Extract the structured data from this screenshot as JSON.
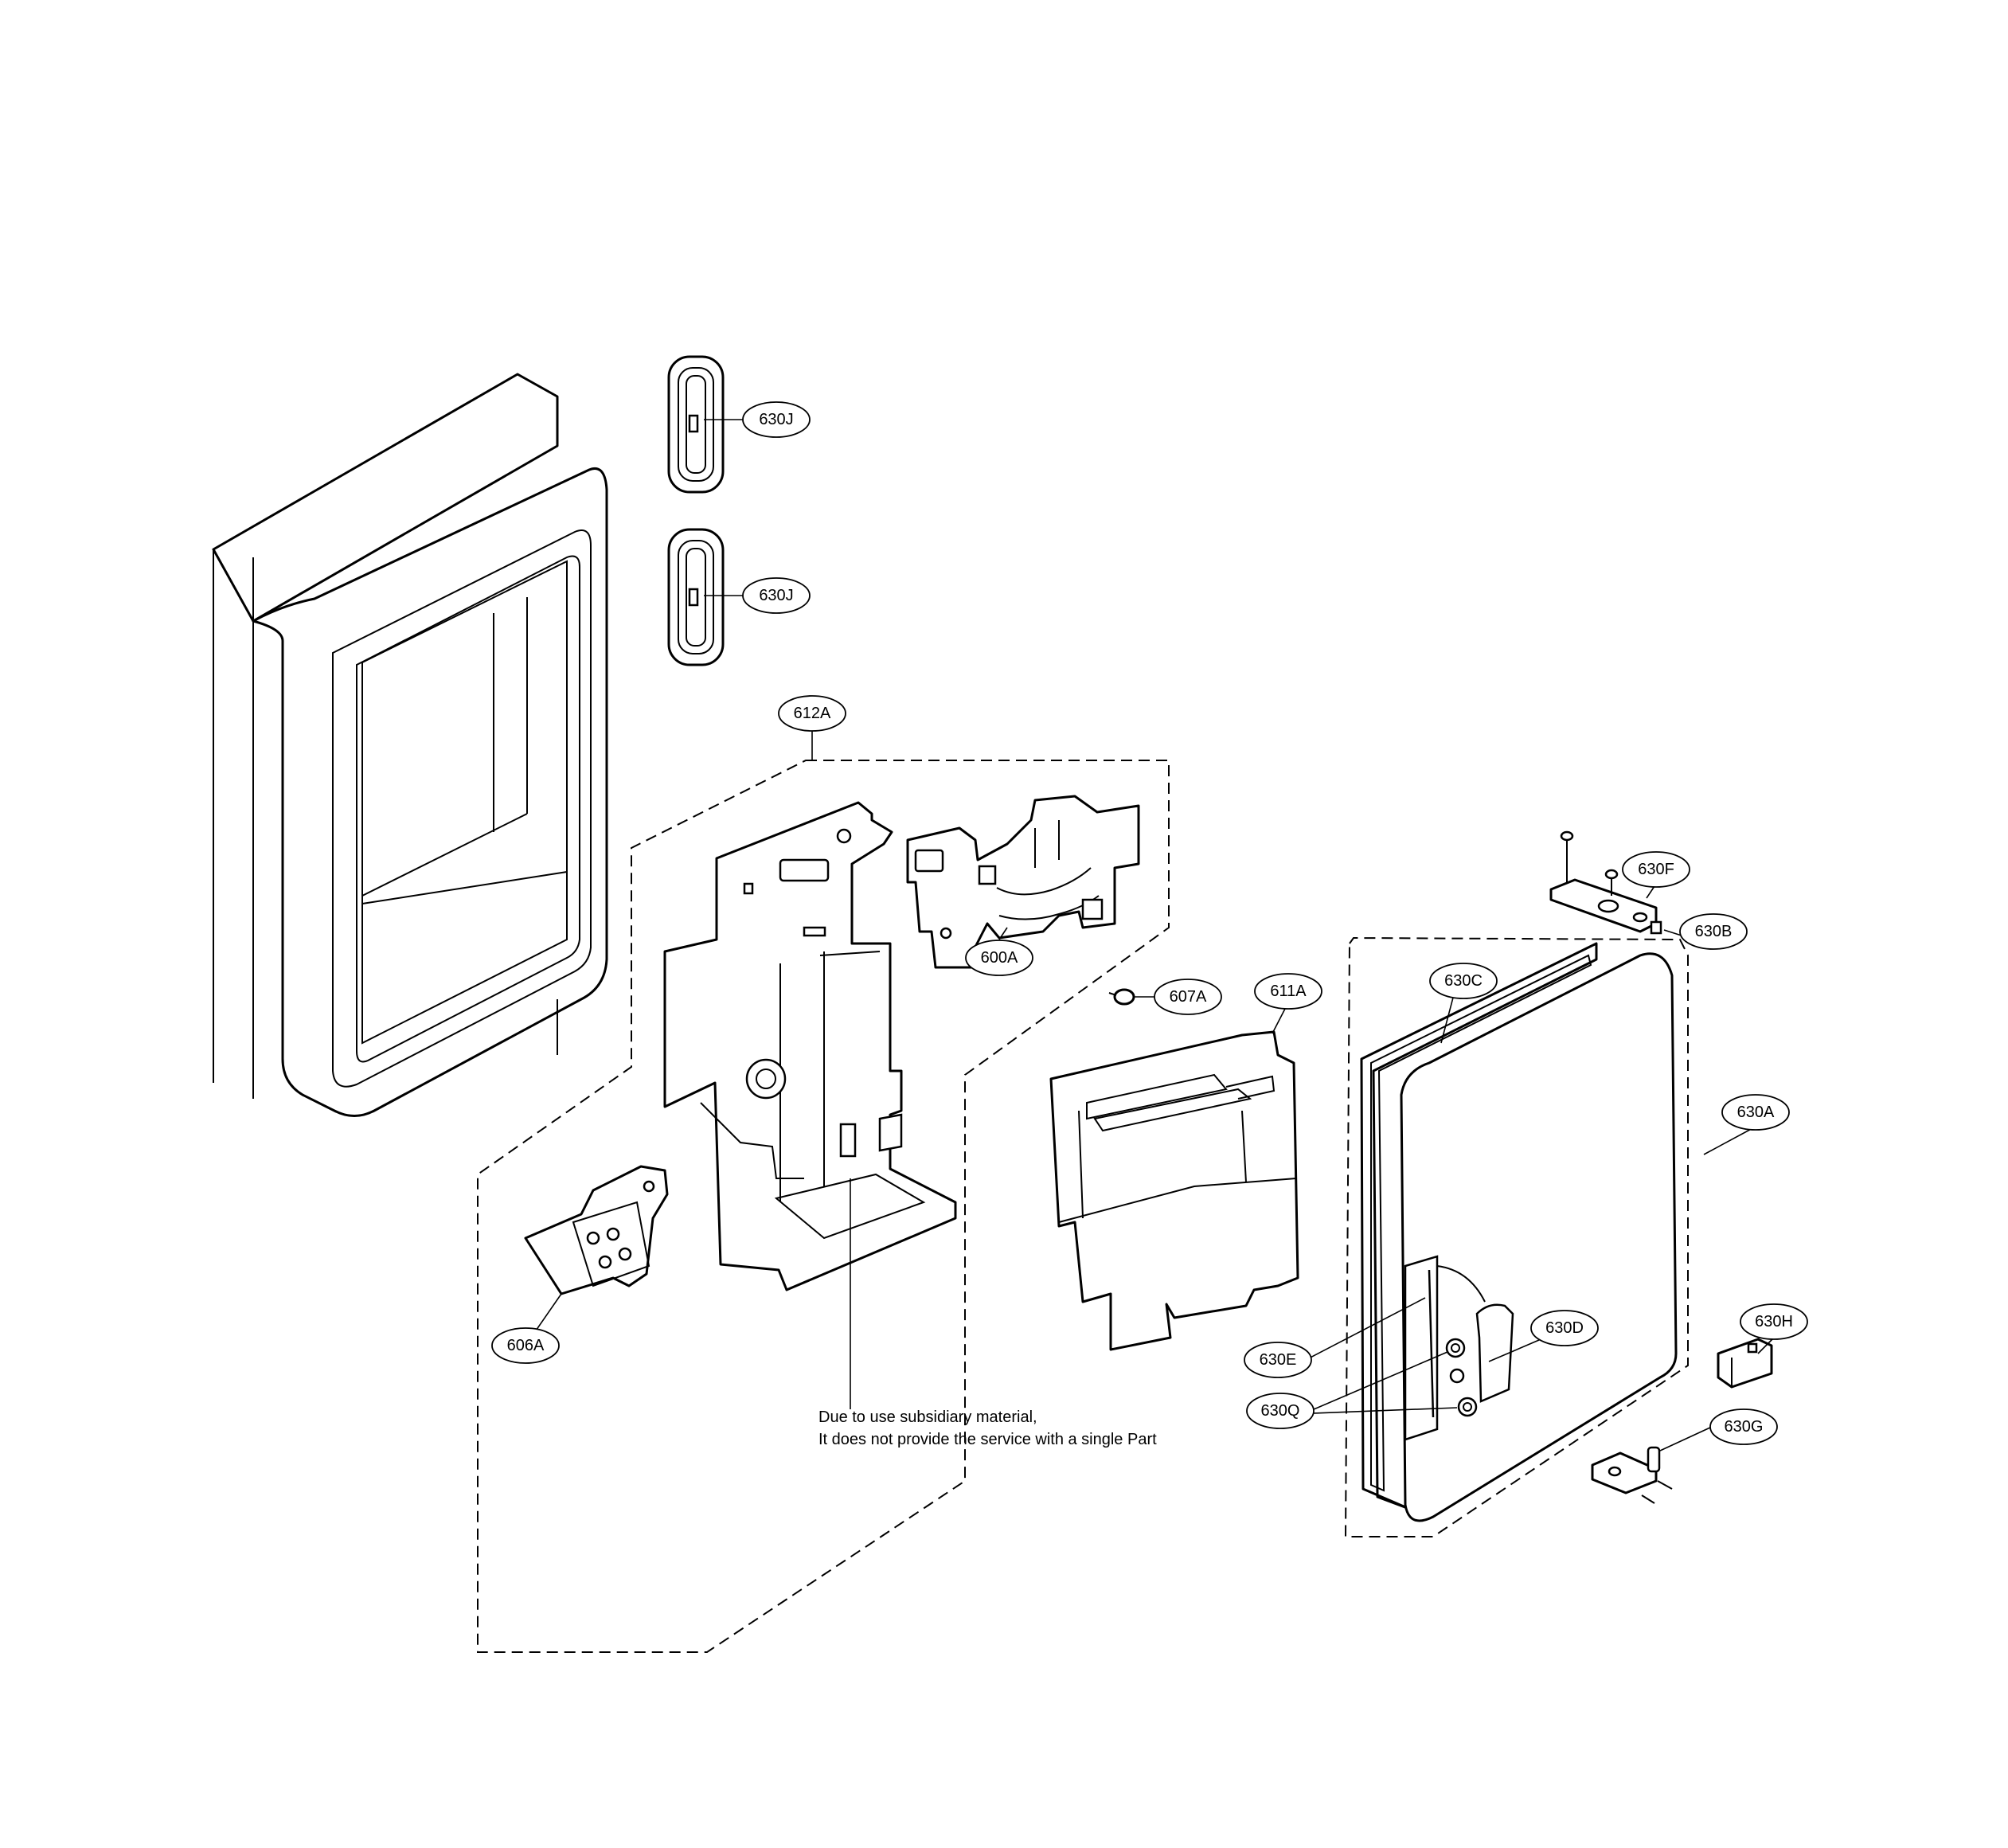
{
  "diagram": {
    "callouts": [
      {
        "id": "c-630J-1",
        "label": "630J"
      },
      {
        "id": "c-630J-2",
        "label": "630J"
      },
      {
        "id": "c-612A",
        "label": "612A"
      },
      {
        "id": "c-600A",
        "label": "600A"
      },
      {
        "id": "c-607A",
        "label": "607A"
      },
      {
        "id": "c-611A",
        "label": "611A"
      },
      {
        "id": "c-606A",
        "label": "606A"
      },
      {
        "id": "c-630F",
        "label": "630F"
      },
      {
        "id": "c-630B",
        "label": "630B"
      },
      {
        "id": "c-630C",
        "label": "630C"
      },
      {
        "id": "c-630A",
        "label": "630A"
      },
      {
        "id": "c-630H",
        "label": "630H"
      },
      {
        "id": "c-630D",
        "label": "630D"
      },
      {
        "id": "c-630E",
        "label": "630E"
      },
      {
        "id": "c-630Q",
        "label": "630Q"
      },
      {
        "id": "c-630G",
        "label": "630G"
      }
    ],
    "note": {
      "line1": "Due to use subsidiary material,",
      "line2": "It does not provide the service with a single Part"
    }
  }
}
